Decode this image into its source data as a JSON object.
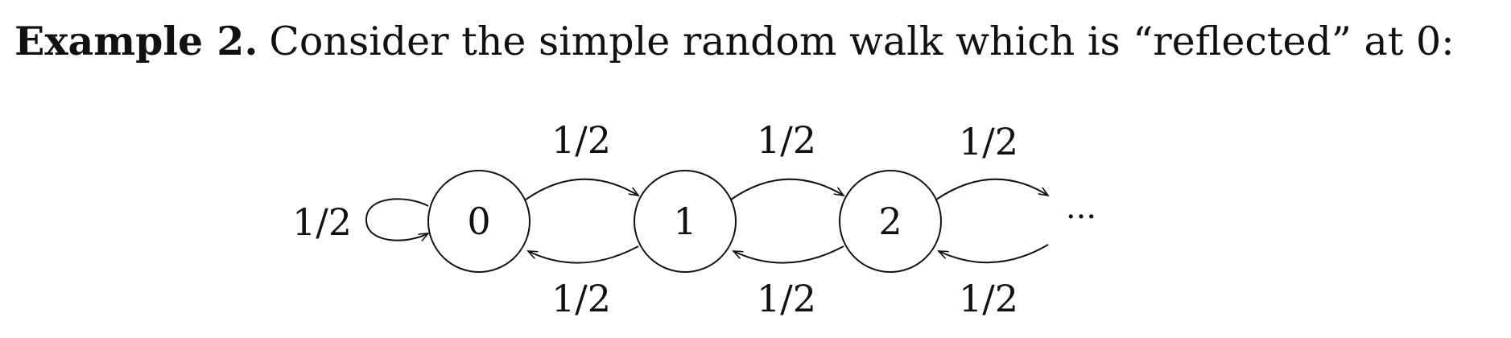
{
  "example": {
    "label": "Example 2.",
    "text": "Consider the simple random walk which is “reflected” at 0:"
  },
  "diagram": {
    "states": [
      "0",
      "1",
      "2"
    ],
    "continuation": "···",
    "self_loop_label": "1/2",
    "forward_labels": [
      "1/2",
      "1/2",
      "1/2"
    ],
    "backward_labels": [
      "1/2",
      "1/2",
      "1/2"
    ]
  }
}
